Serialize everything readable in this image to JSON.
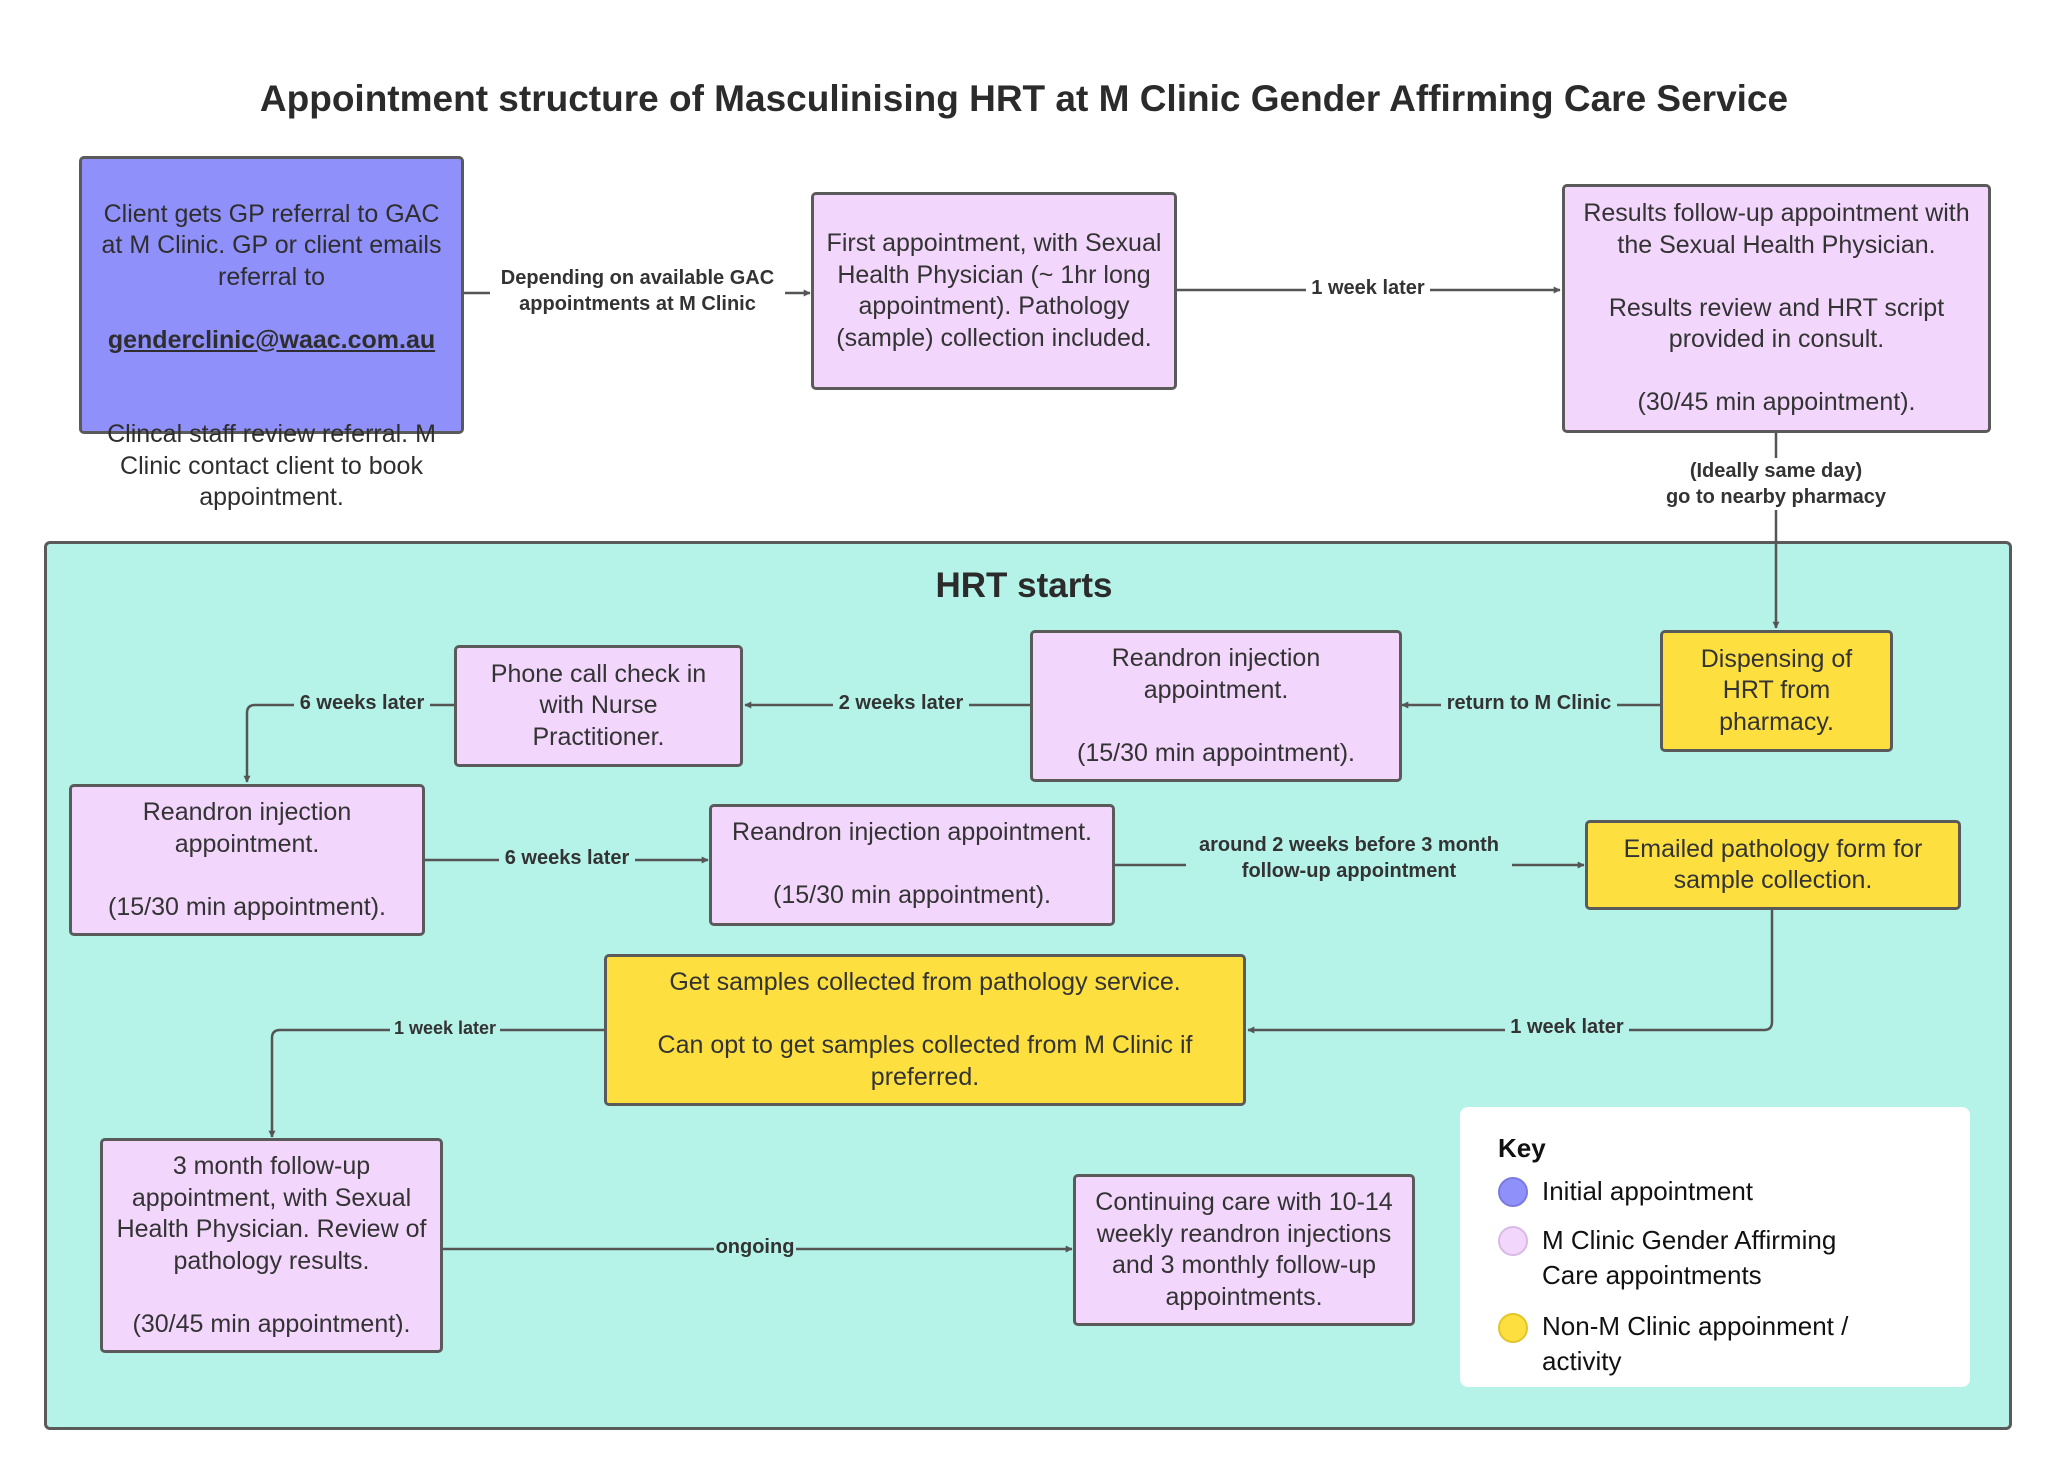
{
  "title": "Appointment structure of Masculinising HRT at M Clinic Gender Affirming Care Service",
  "region_title": "HRT starts",
  "nodes": {
    "referral": {
      "line1": "Client gets GP referral to GAC at M Clinic. GP or client emails referral to",
      "email": "genderclinic@waac.com.au",
      "line2": "Clincal staff review referral. M Clinic contact client to book appointment."
    },
    "first_appt": "First appointment, with Sexual Health Physician (~ 1hr long appointment). Pathology (sample) collection included.",
    "results_followup": "Results follow-up appointment with the Sexual Health Physician.\n\nResults review and HRT script provided in consult.\n\n(30/45 min appointment).",
    "dispensing": "Dispensing of HRT from pharmacy.",
    "reandron_1": "Reandron injection appointment.\n\n(15/30 min appointment).",
    "phone_call": "Phone call check in with Nurse Practitioner.",
    "reandron_2": "Reandron injection appointment.\n\n(15/30 min appointment).",
    "reandron_3": "Reandron injection appointment.\n\n(15/30 min appointment).",
    "emailed_pathology": "Emailed pathology form for sample collection.",
    "samples": "Get samples collected from pathology service.\n\nCan opt to get samples collected from M Clinic if preferred.",
    "three_month": "3 month follow-up appointment, with Sexual Health Physician. Review of pathology results.\n\n(30/45 min appointment).",
    "continuing": "Continuing care with 10-14 weekly reandron injections and 3 monthly follow-up appointments."
  },
  "edges": {
    "referral_to_first": "Depending on available GAC\nappointments at M Clinic",
    "first_to_results": "1 week later",
    "results_to_dispensing": "(Ideally same day)\ngo to nearby pharmacy",
    "dispensing_to_reandron": "return to M Clinic",
    "reandron_to_phone": "2 weeks later",
    "phone_to_reandron2": "6 weeks later",
    "reandron2_to_reandron3": "6 weeks later",
    "reandron3_to_emailed": "around 2 weeks before 3 month\nfollow-up appointment",
    "emailed_to_samples": "1 week later",
    "samples_to_three_month": "1 week later",
    "three_month_to_continuing": "ongoing"
  },
  "key": {
    "title": "Key",
    "items": [
      {
        "label": "Initial appointment",
        "color": "#9090fb"
      },
      {
        "label": "M Clinic Gender Affirming Care appointments",
        "color": "#f2d6fc"
      },
      {
        "label": "Non-M Clinic appoinment / activity",
        "color": "#fde040"
      }
    ]
  },
  "colors": {
    "initial": "#9090fb",
    "mclinic": "#f2d6fc",
    "non_mclinic": "#fde040",
    "region": "#b5f3e9",
    "border": "#5a5a5a"
  }
}
